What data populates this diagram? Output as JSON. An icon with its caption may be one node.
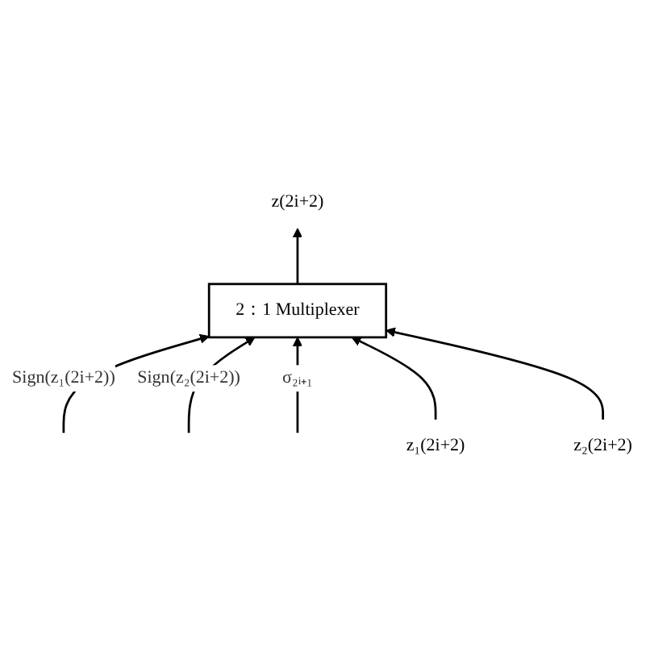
{
  "diagram": {
    "nodes": [
      {
        "text": [
          "z(2i+2)"
        ]
      },
      {
        "text": [
          "2：1 Multiplexer"
        ]
      },
      {
        "text": [
          "z₁(2i+2)"
        ]
      },
      {
        "text": [
          "z₂(2i+2)"
        ]
      }
    ],
    "edges": [
      {
        "from": null,
        "to": 1,
        "arrow": "to",
        "label": "Sign(z₁(2i+2))"
      },
      {
        "from": null,
        "to": 1,
        "arrow": "to",
        "label": "Sign(z₂(2i+2))"
      },
      {
        "from": null,
        "to": 1,
        "arrow": "to",
        "label": "σ₂ᵢ₊₁"
      },
      {
        "from": 1,
        "to": 0,
        "arrow": "to"
      },
      {
        "from": 2,
        "to": 1,
        "arrow": "to"
      },
      {
        "from": 3,
        "to": 1,
        "arrow": "to"
      }
    ]
  }
}
